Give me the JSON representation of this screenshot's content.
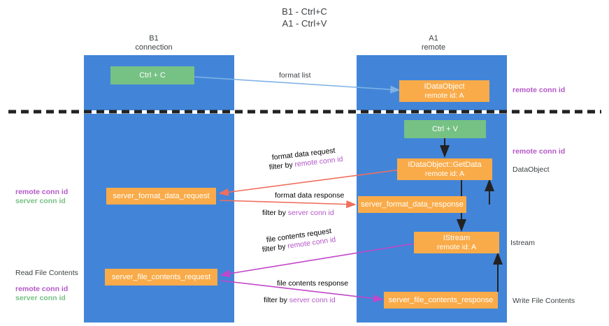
{
  "title": {
    "line1": "B1 - Ctrl+C",
    "line2": "A1 - Ctrl+V"
  },
  "colors": {
    "column_blue": "#4285d8",
    "green_box": "#76c184",
    "orange_box": "#f9ab49",
    "purple_text": "#b457c8",
    "green_text": "#76c184",
    "blue_arrow": "#7fb2e5",
    "red_arrow": "#ef6f5e",
    "magenta_arrow": "#c146c9",
    "black": "#222222"
  },
  "columns": [
    {
      "name": "B1",
      "sub": "connection"
    },
    {
      "name": "A1",
      "sub": "remote"
    }
  ],
  "nodes": {
    "ctrl_c": {
      "line1": "Ctrl + C",
      "line2": ""
    },
    "idataobject": {
      "line1": "IDataObject",
      "line2": "remote id: A"
    },
    "ctrl_v": {
      "line1": "Ctrl + V",
      "line2": ""
    },
    "getdata": {
      "line1": "IDataObject::GetData",
      "line2": "remote id: A"
    },
    "server_format_data_request": {
      "line1": "server_format_data_request",
      "line2": ""
    },
    "server_format_data_response": {
      "line1": "server_format_data_response",
      "line2": ""
    },
    "istream": {
      "line1": "IStream",
      "line2": "remote id: A"
    },
    "server_file_contents_request": {
      "line1": "server_file_contents_request",
      "line2": ""
    },
    "server_file_contents_response": {
      "line1": "server_file_contents_response",
      "line2": ""
    }
  },
  "edge_labels": {
    "format_list": "format list",
    "format_data_request": "format data request",
    "format_data_request_filter_prefix": "filter by ",
    "format_data_request_filter_key": "remote conn id",
    "format_data_response": "format data response",
    "format_data_response_filter_prefix": "filter by ",
    "format_data_response_filter_key": "server conn id",
    "file_contents_request": "file contents request",
    "file_contents_request_filter_prefix": "filter by ",
    "file_contents_request_filter_key": "remote conn id",
    "file_contents_response": "file contents response",
    "file_contents_response_filter_prefix": "filter by ",
    "file_contents_response_filter_key": "server conn id"
  },
  "side_labels": {
    "right_remote_conn_id_top": "remote conn id",
    "right_remote_conn_id_mid": "remote conn id",
    "right_dataobject": "DataObject",
    "right_istream": "Istream",
    "right_write_file_contents": "Write File Contents",
    "left_remote_conn_id": "remote conn id",
    "left_server_conn_id": "server conn id",
    "left_read_file_contents": "Read File Contents",
    "left_remote_conn_id_2": "remote conn id",
    "left_server_conn_id_2": "server conn id"
  }
}
